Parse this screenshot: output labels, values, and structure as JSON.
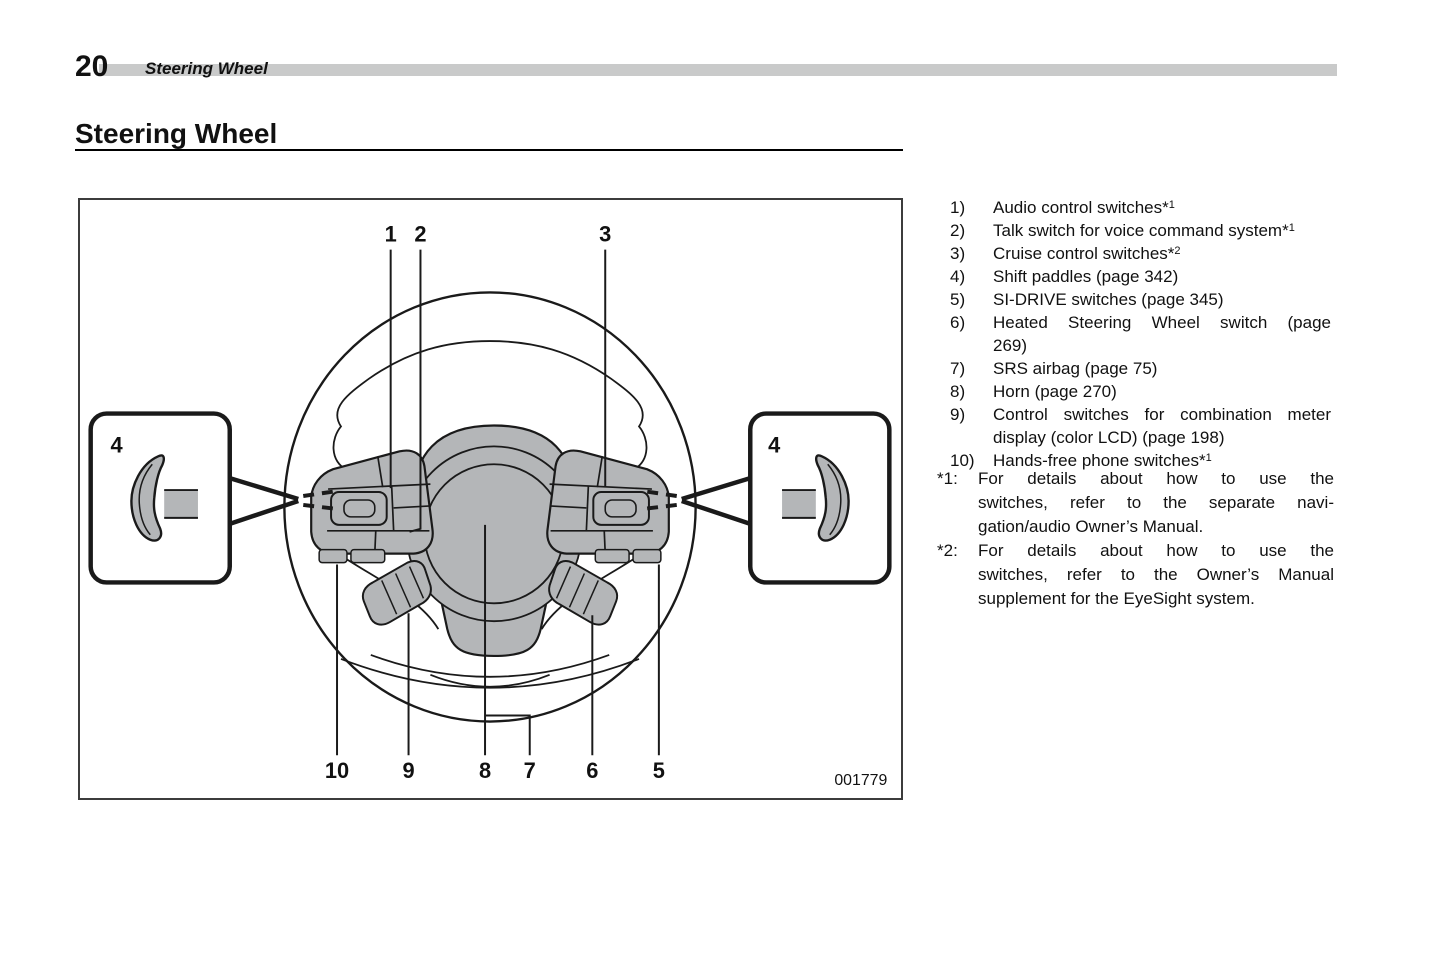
{
  "header": {
    "page_number": "20",
    "chapter_title": "Steering Wheel"
  },
  "section": {
    "title": "Steering Wheel"
  },
  "figure": {
    "code": "001779",
    "callouts": {
      "n1": "1",
      "n2": "2",
      "n3": "3",
      "n4": "4",
      "n5": "5",
      "n6": "6",
      "n7": "7",
      "n8": "8",
      "n9": "9",
      "n10": "10"
    }
  },
  "legend": {
    "items": [
      {
        "num": "1)",
        "text": "Audio control switches*",
        "sup": "1"
      },
      {
        "num": "2)",
        "text": "Talk switch for voice command system*",
        "sup": "1"
      },
      {
        "num": "3)",
        "text": "Cruise control switches*",
        "sup": "2"
      },
      {
        "num": "4)",
        "text": "Shift paddles (page 342)"
      },
      {
        "num": "5)",
        "text": "SI-DRIVE switches (page 345)"
      },
      {
        "num": "6)",
        "lines": [
          "Heated Steering Wheel switch (page",
          "269)"
        ]
      },
      {
        "num": "7)",
        "text": "SRS airbag (page 75)"
      },
      {
        "num": "8)",
        "text": "Horn (page 270)"
      },
      {
        "num": "9)",
        "lines": [
          "Control switches for combination meter",
          "display (color LCD) (page 198)"
        ]
      },
      {
        "num": "10)",
        "text": "Hands-free phone switches*",
        "sup": "1"
      }
    ],
    "footnotes": [
      {
        "label": "*1:",
        "lines": [
          "For details about how to use the",
          "switches, refer to the separate navi-",
          "gation/audio Owner’s Manual."
        ]
      },
      {
        "label": "*2:",
        "lines": [
          "For details about how to use the",
          "switches, refer to the Owner’s Manual",
          "supplement for the EyeSight system."
        ]
      }
    ]
  },
  "colors": {
    "diagram_fill": "#b4b6b8",
    "header_bar": "#c9caca",
    "line": "#1a1a1a"
  }
}
